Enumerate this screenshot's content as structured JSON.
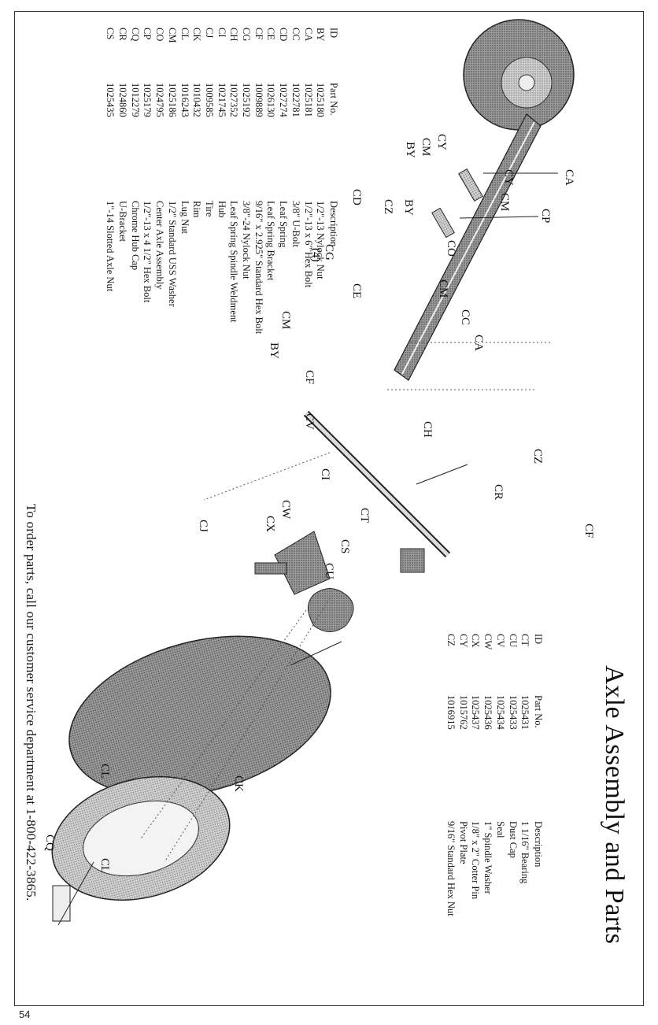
{
  "title": "Axle Assembly and Parts",
  "left_table": {
    "headers": {
      "id": "ID",
      "part_no": "Part No.",
      "description": "Description"
    },
    "rows": [
      {
        "id": "BY",
        "part_no": "1025180",
        "description": "1/2\"-13 Nylock Nut"
      },
      {
        "id": "CA",
        "part_no": "1025181",
        "description": "1/2\"-13 x 6\" Hex Bolt"
      },
      {
        "id": "CC",
        "part_no": "1022781",
        "description": "3/8\" U-Bolt"
      },
      {
        "id": "CD",
        "part_no": "1027274",
        "description": "Leaf Spring"
      },
      {
        "id": "CE",
        "part_no": "1026130",
        "description": "Leaf Spring Bracket"
      },
      {
        "id": "CF",
        "part_no": "1009889",
        "description": "9/16\" x 2.925\" Standard Hex Bolt"
      },
      {
        "id": "CG",
        "part_no": "1025192",
        "description": "3/8\"-24 Nylock Nut"
      },
      {
        "id": "CH",
        "part_no": "1027352",
        "description": "Leaf Spring Spindle Weldment"
      },
      {
        "id": "CI",
        "part_no": "1021745",
        "description": "Hub"
      },
      {
        "id": "CJ",
        "part_no": "1009585",
        "description": "Tire"
      },
      {
        "id": "CK",
        "part_no": "1010432",
        "description": "Rim"
      },
      {
        "id": "CL",
        "part_no": "1016243",
        "description": "Lug Nut"
      },
      {
        "id": "CM",
        "part_no": "1025186",
        "description": "1/2\" Standard USS Washer"
      },
      {
        "id": "CO",
        "part_no": "1024795",
        "description": "Center Axle Assembly"
      },
      {
        "id": "CP",
        "part_no": "1025179",
        "description": "1/2\"-13 x 4 1/2\" Hex Bolt"
      },
      {
        "id": "CQ",
        "part_no": "1012279",
        "description": "Chrome Hub Cap"
      },
      {
        "id": "CR",
        "part_no": "1024860",
        "description": "U-Bracket"
      },
      {
        "id": "CS",
        "part_no": "1025435",
        "description": "1\"-14 Slotted Axle Nut"
      }
    ]
  },
  "right_table": {
    "headers": {
      "id": "ID",
      "part_no": "Part No.",
      "description": "Description"
    },
    "rows": [
      {
        "id": "CT",
        "part_no": "1025431",
        "description": "1 1/16\" Bearing"
      },
      {
        "id": "CU",
        "part_no": "1025433",
        "description": "Dust Cap"
      },
      {
        "id": "CV",
        "part_no": "1025434",
        "description": "Seal"
      },
      {
        "id": "CW",
        "part_no": "1025436",
        "description": "1\" Spindle Washer"
      },
      {
        "id": "CX",
        "part_no": "1025437",
        "description": "1/8\" x 2\" Cotter Pin"
      },
      {
        "id": "CY",
        "part_no": "1015762",
        "description": "Pivot Plate"
      },
      {
        "id": "CZ",
        "part_no": "1016915",
        "description": "9/16\" Standard Hex Nut"
      }
    ]
  },
  "diagram_labels": {
    "ca_top": "CA",
    "cp_top": "CP",
    "cy_top": "CY",
    "cm_top": "CM",
    "cy_left": "CY",
    "cm_left": "CM",
    "by_left": "BY",
    "cd": "CD",
    "cz_mid": "CZ",
    "by_mid": "BY",
    "co": "CO",
    "cg": "CG",
    "cg_count": "(4)",
    "ce": "CE",
    "cm_mid": "CM",
    "cc": "CC",
    "ca_mid": "CA",
    "cm_low": "CM",
    "by_low": "BY",
    "cf_low": "CF",
    "cv": "CV",
    "ch": "CH",
    "cz_right": "CZ",
    "cr": "CR",
    "cf_right": "CF",
    "ci": "CI",
    "cw": "CW",
    "cx": "CX",
    "ct": "CT",
    "cs": "CS",
    "cu": "CU",
    "cj": "CJ",
    "ck": "CK",
    "cl_top": "CL",
    "cl_mid": "CL",
    "cq": "CQ"
  },
  "footer": "To order parts, call our customer service department at 1-800-422-3865.",
  "page_number": "54"
}
